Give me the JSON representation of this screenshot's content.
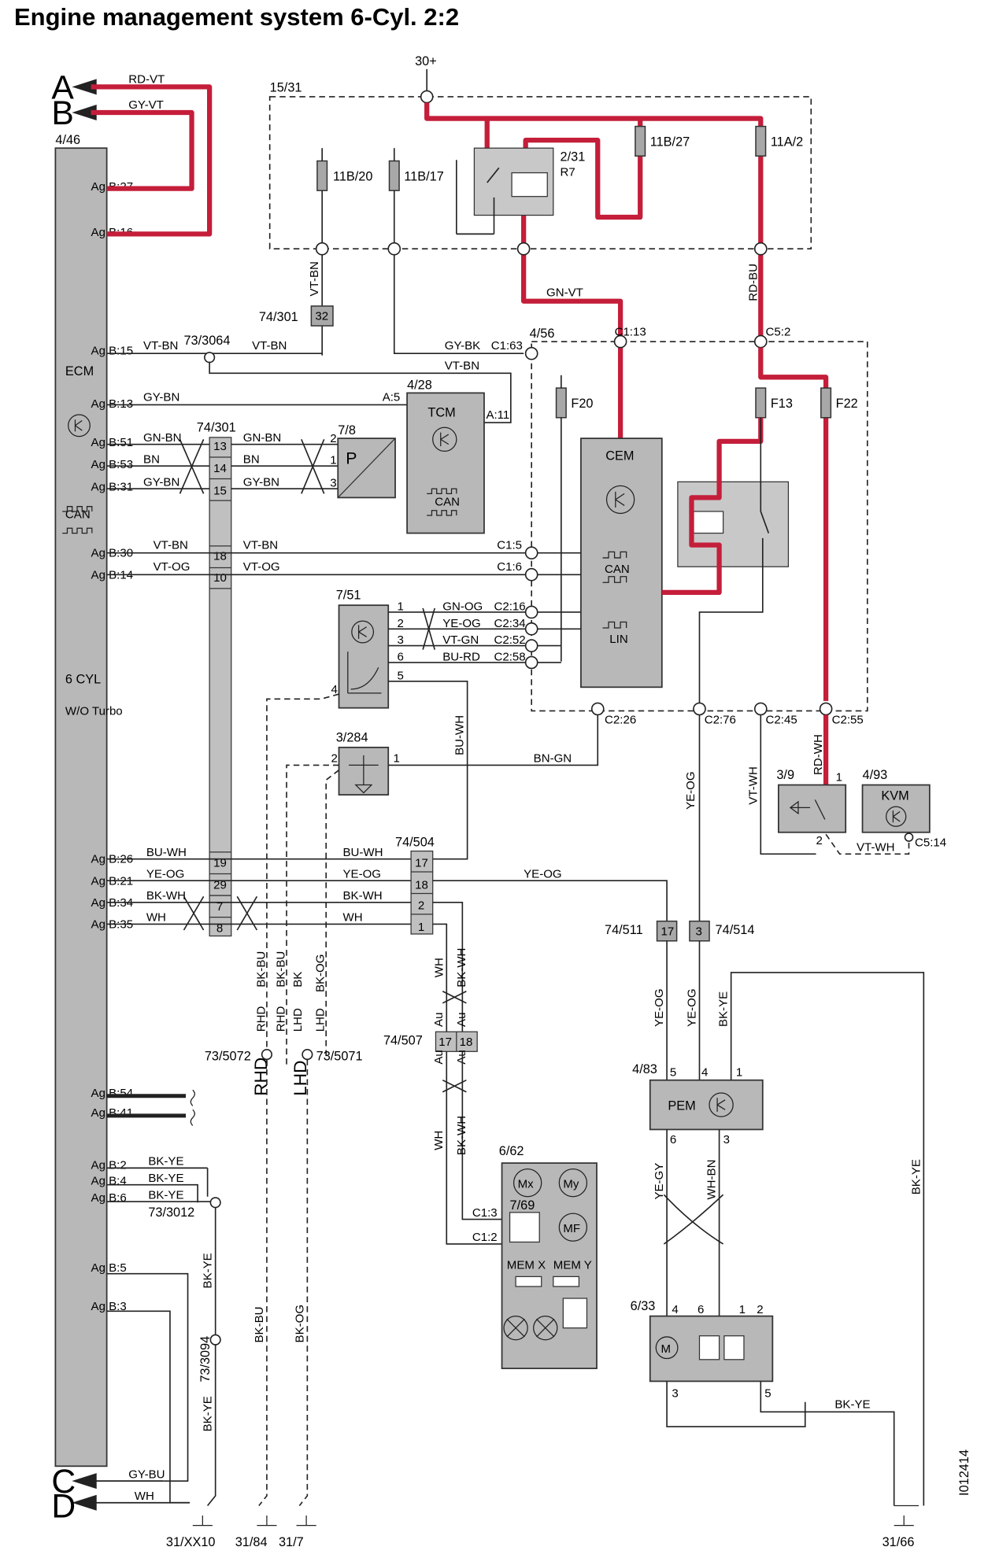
{
  "title": "Engine management system 6-Cyl. 2:2",
  "figure_id": "I012414",
  "supply": "30+",
  "colors": {
    "power_wire": "#c41e3a",
    "component_fill": "#b8b8b8",
    "line": "#222222"
  },
  "ecm": {
    "ref": "4/46",
    "name": "ECM",
    "variant": "6 CYL",
    "sub": "W/O Turbo",
    "can": "CAN",
    "pins": [
      "Ag B:27",
      "Ag B:16",
      "Ag B:15",
      "Ag B:13",
      "Ag B:51",
      "Ag B:53",
      "Ag B:31",
      "Ag B:30",
      "Ag B:14",
      "Ag B:26",
      "Ag B:21",
      "Ag B:34",
      "Ag B:35",
      "Ag B:54",
      "Ag B:41",
      "Ag B:2",
      "Ag B:4",
      "Ag B:6",
      "Ag B:5",
      "Ag B:3"
    ]
  },
  "terminals": {
    "a": "A",
    "b": "B",
    "c": "C",
    "d": "D"
  },
  "fusebox": {
    "ref": "15/31",
    "fuse1": "11B/20",
    "fuse2": "11B/17",
    "relay": "2/31",
    "relay_sub": "R7",
    "fuse3": "11B/27",
    "fuse4": "11A/2"
  },
  "wires": {
    "rd_vt": "RD-VT",
    "gy_vt": "GY-VT",
    "vt_bn": "VT-BN",
    "gy_bk": "GY-BK",
    "gy_bn": "GY-BN",
    "gn_bn": "GN-BN",
    "bn": "BN",
    "vt_og": "VT-OG",
    "gn_vt": "GN-VT",
    "rd_bu": "RD-BU",
    "gn_og": "GN-OG",
    "ye_og": "YE-OG",
    "vt_gn": "VT-GN",
    "bu_rd": "BU-RD",
    "bu_wh": "BU-WH",
    "bn_gn": "BN-GN",
    "bk_wh": "BK-WH",
    "wh": "WH",
    "bk_bu": "BK-BU",
    "bk": "BK",
    "bk_og": "BK-OG",
    "bk_ye": "BK-YE",
    "gy_bu": "GY-BU",
    "vt_wh": "VT-WH",
    "rd_wh": "RD-WH",
    "ye_gy": "YE-GY",
    "wh_bn": "WH-BN",
    "rhd": "RHD",
    "lhd": "LHD",
    "au": "Au"
  },
  "components": {
    "c74_301a": "74/301",
    "c73_3064": "73/3064",
    "c74_301b": "74/301",
    "c7_8": "7/8",
    "p": "P",
    "c4_28": "4/28",
    "tcm": "TCM",
    "c4_56": "4/56",
    "f20": "F20",
    "cem": "CEM",
    "lin": "LIN",
    "f13": "F13",
    "f22": "F22",
    "c7_51": "7/51",
    "c3_284": "3/284",
    "c74_504": "74/504",
    "c3_9": "3/9",
    "c4_93": "4/93",
    "kvm": "KVM",
    "c74_511": "74/511",
    "c74_514": "74/514",
    "c74_507": "74/507",
    "c73_5072": "73/5072",
    "c73_5071": "73/5071",
    "c4_83": "4/83",
    "pem": "PEM",
    "c6_62": "6/62",
    "c7_69": "7/69",
    "c6_33": "6/33",
    "c73_3012": "73/3012",
    "c73_3094": "73/3094",
    "mx": "Mx",
    "my": "My",
    "mf": "MF",
    "mem_x": "MEM X",
    "mem_y": "MEM Y",
    "m": "M"
  },
  "pins": {
    "c1_63": "C1:63",
    "c1_13": "C1:13",
    "c5_2": "C5:2",
    "a5": "A:5",
    "a11": "A:11",
    "c1_5": "C1:5",
    "c1_6": "C1:6",
    "c2_16": "C2:16",
    "c2_34": "C2:34",
    "c2_52": "C2:52",
    "c2_58": "C2:58",
    "c2_26": "C2:26",
    "c2_76": "C2:76",
    "c2_45": "C2:45",
    "c2_55": "C2:55",
    "c5_14": "C5:14",
    "c1_3": "C1:3",
    "c1_2": "C1:2",
    "n1": "1",
    "n2": "2",
    "n3": "3",
    "n4": "4",
    "n5": "5",
    "n6": "6",
    "n7": "7",
    "n8": "8",
    "n10": "10",
    "n13": "13",
    "n14": "14",
    "n15": "15",
    "n17": "17",
    "n18": "18",
    "n19": "19",
    "n29": "29",
    "n32": "32"
  },
  "grounds": {
    "g1": "31/XX10",
    "g2": "31/84",
    "g3": "31/7",
    "g4": "31/66"
  }
}
